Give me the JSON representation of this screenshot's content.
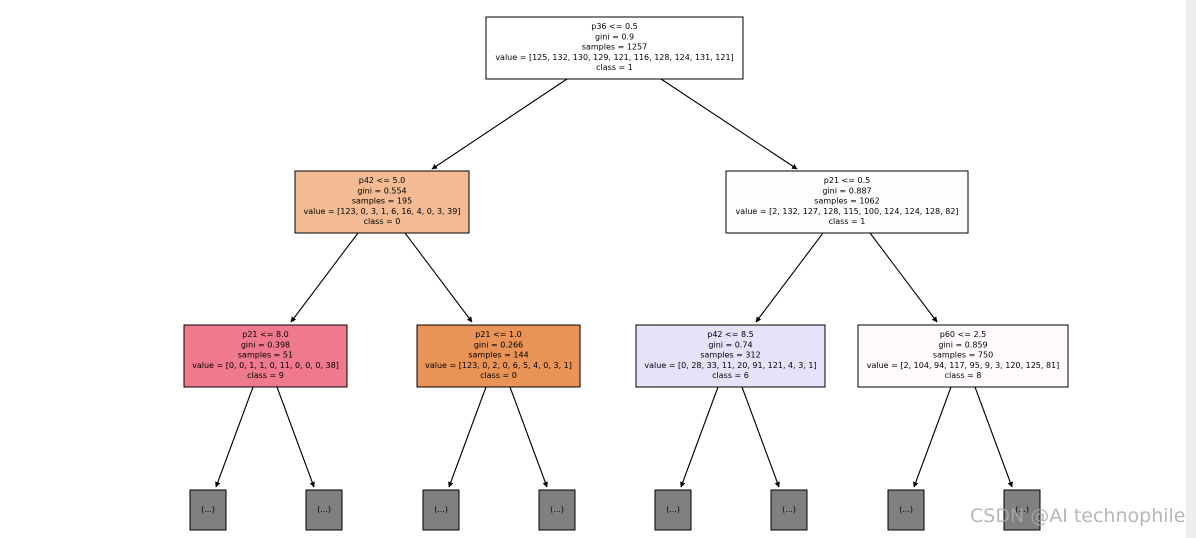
{
  "colors": {
    "root": "#ffffff",
    "l1_left": "#f2bb93",
    "l1_right": "#fdfefb",
    "l2_a": "#ef7a8d",
    "l2_b": "#e99356",
    "l2_c": "#e4e3f9",
    "l2_d": "#fffbfc",
    "truncated": "#808080"
  },
  "nodes": {
    "root": [
      "p36 <= 0.5",
      "gini = 0.9",
      "samples = 1257",
      "value = [125, 132, 130, 129, 121, 116, 128, 124, 131, 121]",
      "class = 1"
    ],
    "l1_left": [
      "p42 <= 5.0",
      "gini = 0.554",
      "samples = 195",
      "value = [123, 0, 3, 1, 6, 16, 4, 0, 3, 39]",
      "class = 0"
    ],
    "l1_right": [
      "p21 <= 0.5",
      "gini = 0.887",
      "samples = 1062",
      "value = [2, 132, 127, 128, 115, 100, 124, 124, 128, 82]",
      "class = 1"
    ],
    "l2_a": [
      "p21 <= 8.0",
      "gini = 0.398",
      "samples = 51",
      "value = [0, 0, 1, 1, 0, 11, 0, 0, 0, 38]",
      "class = 9"
    ],
    "l2_b": [
      "p21 <= 1.0",
      "gini = 0.266",
      "samples = 144",
      "value = [123, 0, 2, 0, 6, 5, 4, 0, 3, 1]",
      "class = 0"
    ],
    "l2_c": [
      "p42 <= 8.5",
      "gini = 0.74",
      "samples = 312",
      "value = [0, 28, 33, 11, 20, 91, 121, 4, 3, 1]",
      "class = 6"
    ],
    "l2_d": [
      "p60 <= 2.5",
      "gini = 0.859",
      "samples = 750",
      "value = [2, 104, 94, 117, 95, 9, 3, 120, 125, 81]",
      "class = 8"
    ]
  },
  "truncated_label": "(...)",
  "watermark": "CSDN @AI technophile"
}
